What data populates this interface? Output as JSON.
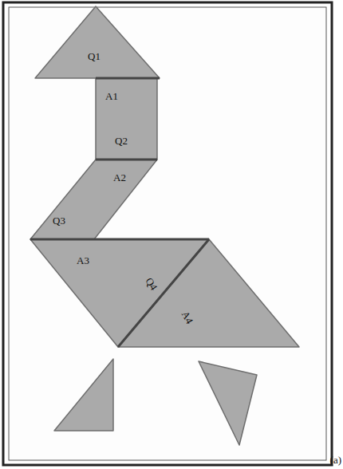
{
  "diagram": {
    "labels": [
      "Q1",
      "A1",
      "Q2",
      "A2",
      "Q3",
      "A3",
      "Q4",
      "A4",
      "(a)"
    ]
  }
}
